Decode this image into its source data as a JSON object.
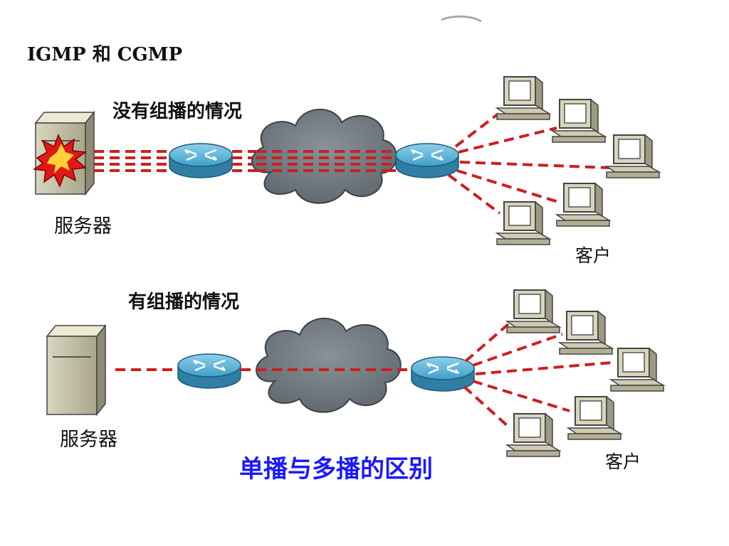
{
  "header": {
    "title": "IGMP 和 CGMP"
  },
  "top_scenario": {
    "caption": "没有组播的情况",
    "server_label": "服务器",
    "clients_label": "客户"
  },
  "bottom_scenario": {
    "caption": "有组播的情况",
    "server_label": "服务器",
    "clients_label": "客户"
  },
  "footer": {
    "caption": "单播与多播的区别"
  },
  "colors": {
    "link": "#cc1f1f",
    "router": "#3f9fc8",
    "cloud": "#707780",
    "caption_accent": "#1a1aff"
  }
}
